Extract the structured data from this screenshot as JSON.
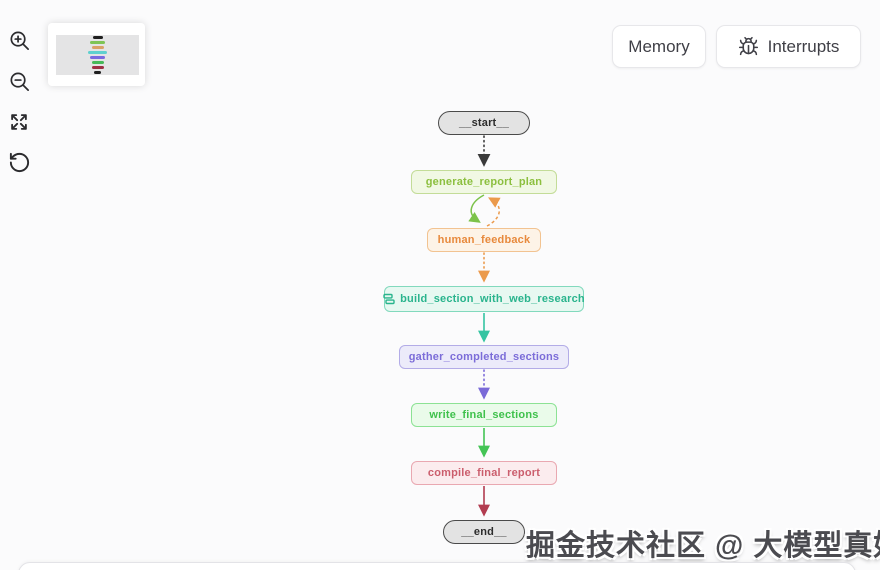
{
  "header": {
    "memory_label": "Memory",
    "interrupts_label": "Interrupts",
    "interrupts_icon": "bug-icon"
  },
  "zoom_toolbar": {
    "buttons": [
      "zoom-in",
      "zoom-out",
      "fit-view",
      "reset"
    ]
  },
  "minimap": {
    "bars": [
      {
        "width": 10,
        "color": "#1f1f1f"
      },
      {
        "width": 15,
        "color": "#7ec455"
      },
      {
        "width": 12,
        "color": "#d9a167"
      },
      {
        "width": 19,
        "color": "#5fd0cf"
      },
      {
        "width": 15,
        "color": "#7a68e0"
      },
      {
        "width": 12,
        "color": "#47b858"
      },
      {
        "width": 12,
        "color": "#9e2f45"
      },
      {
        "width": 7,
        "color": "#1f1f1f"
      }
    ]
  },
  "graph": {
    "nodes": [
      {
        "id": "__start__",
        "label": "__start__",
        "shape": "pill",
        "bg": "#e3e3e3",
        "border": "#4a4a4a",
        "text": "#2c2c2c"
      },
      {
        "id": "generate_report_plan",
        "label": "generate_report_plan",
        "shape": "rect",
        "bg": "#f1f8e4",
        "border": "#c3dc98",
        "text": "#8cbf3f"
      },
      {
        "id": "human_feedback",
        "label": "human_feedback",
        "shape": "rect",
        "bg": "#fdf3e7",
        "border": "#f2c391",
        "text": "#e8893c"
      },
      {
        "id": "build_section_with_web_research",
        "label": "build_section_with_web_research",
        "shape": "rect",
        "icon": "subgraph-icon",
        "bg": "#e7f8f1",
        "border": "#82d9bd",
        "text": "#2ab48d"
      },
      {
        "id": "gather_completed_sections",
        "label": "gather_completed_sections",
        "shape": "rect",
        "bg": "#ecebfa",
        "border": "#b3ace7",
        "text": "#7b6cd8"
      },
      {
        "id": "write_final_sections",
        "label": "write_final_sections",
        "shape": "rect",
        "bg": "#eafbea",
        "border": "#8ce294",
        "text": "#3fc14c"
      },
      {
        "id": "compile_final_report",
        "label": "compile_final_report",
        "shape": "rect",
        "bg": "#fbecee",
        "border": "#e9a8b1",
        "text": "#cb5e6d"
      },
      {
        "id": "__end__",
        "label": "__end__",
        "shape": "pill",
        "bg": "#e3e3e3",
        "border": "#4a4a4a",
        "text": "#2c2c2c"
      }
    ],
    "edges": [
      {
        "from": "__start__",
        "to": "generate_report_plan",
        "color": "#3a3a3a",
        "style": "dotted"
      },
      {
        "from": "generate_report_plan",
        "to": "human_feedback",
        "color": "#7cc24a",
        "style": "solid-curved"
      },
      {
        "from": "human_feedback",
        "to": "generate_report_plan",
        "color": "#eb9a4c",
        "style": "dashed-curved"
      },
      {
        "from": "human_feedback",
        "to": "build_section_with_web_research",
        "color": "#eb9a4c",
        "style": "dotted"
      },
      {
        "from": "build_section_with_web_research",
        "to": "gather_completed_sections",
        "color": "#35c4a2",
        "style": "solid"
      },
      {
        "from": "gather_completed_sections",
        "to": "write_final_sections",
        "color": "#7a6ad8",
        "style": "dotted"
      },
      {
        "from": "write_final_sections",
        "to": "compile_final_report",
        "color": "#44c455",
        "style": "solid"
      },
      {
        "from": "compile_final_report",
        "to": "__end__",
        "color": "#b23c50",
        "style": "solid"
      }
    ]
  },
  "watermark": {
    "text": "掘金技术社区 @ 大模型真好玩"
  }
}
